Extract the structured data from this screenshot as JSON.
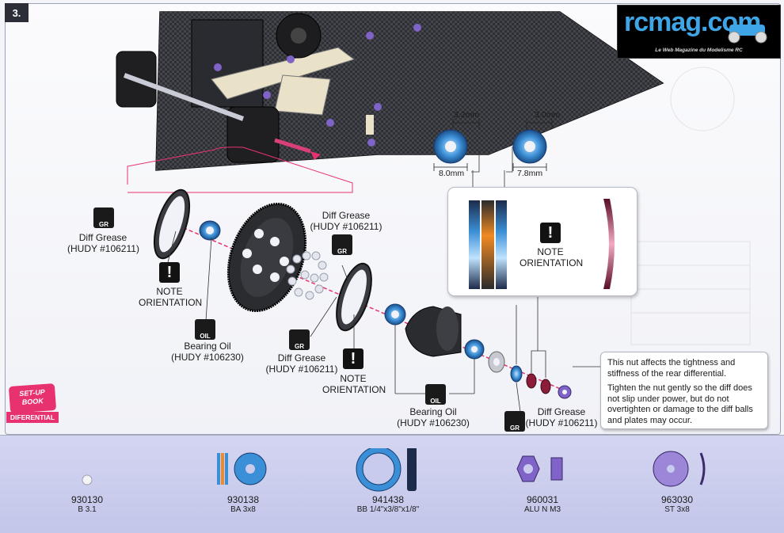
{
  "step": "3.",
  "logo": {
    "text": "rcmag.com",
    "tagline": "Le Web Magazine du Modelisme RC"
  },
  "badge": {
    "top": "SET-UP BOOK",
    "bottom": "DIFERENTIAL"
  },
  "labels": {
    "diff_grease_left": {
      "name": "Diff Grease",
      "code": "(HUDY #106211)"
    },
    "note_left": {
      "line1": "NOTE",
      "line2": "ORIENTATION"
    },
    "bearing_oil_left": {
      "name": "Bearing Oil",
      "code": "(HUDY #106230)"
    },
    "diff_grease_top": {
      "name": "Diff Grease",
      "code": "(HUDY #106211)"
    },
    "diff_grease_mid": {
      "name": "Diff Grease",
      "code": "(HUDY #106211)"
    },
    "note_mid": {
      "line1": "NOTE",
      "line2": "ORIENTATION"
    },
    "bearing_oil_right": {
      "name": "Bearing Oil",
      "code": "(HUDY #106230)"
    },
    "diff_grease_right": {
      "name": "Diff Grease",
      "code": "(HUDY #106211)"
    },
    "note_box": {
      "line1": "NOTE",
      "line2": "ORIENTATION"
    }
  },
  "icons": {
    "grease": "GR",
    "oil": "OIL",
    "note": "!"
  },
  "dimensions": {
    "washer1_thickness": "3.2mm",
    "washer1_diameter": "8.0mm",
    "washer2_thickness": "3.0mm",
    "washer2_diameter": "7.8mm"
  },
  "callout": {
    "p1": "This nut affects the tightness and stiffness of the rear differential.",
    "p2": "Tighten the nut gently so the diff does not slip under power, but do not overtighten or damage to the diff balls and plates may occur."
  },
  "parts": [
    {
      "number": "930130",
      "desc": "B 3.1"
    },
    {
      "number": "930138",
      "desc": "BA 3x8"
    },
    {
      "number": "941438",
      "desc": "BB 1/4\"x3/8\"x1/8\""
    },
    {
      "number": "960031",
      "desc": "ALU N M3"
    },
    {
      "number": "963030",
      "desc": "ST 3x8"
    }
  ],
  "colors": {
    "accent_blue": "#3b8fd6",
    "purple": "#7f63c7",
    "pink": "#e8326f",
    "parts_bg": "#c9cbee"
  }
}
